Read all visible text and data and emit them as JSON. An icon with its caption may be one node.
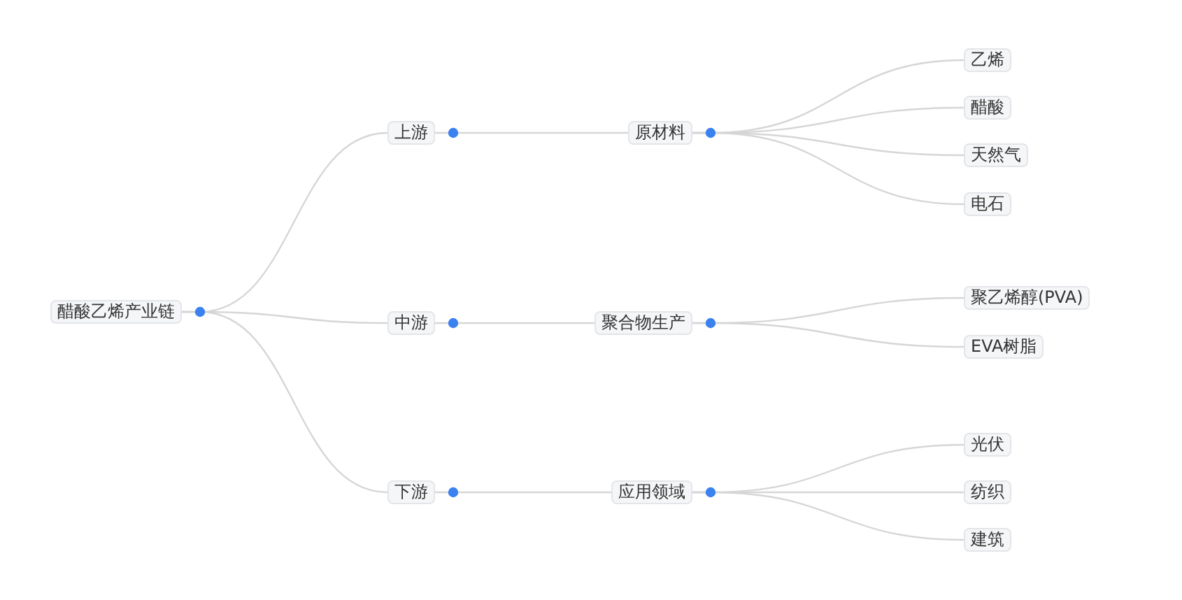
{
  "diagram": {
    "nodes": [
      {
        "text": [
          "醋酸乙烯产业链"
        ]
      },
      {
        "text": [
          "上游"
        ]
      },
      {
        "text": [
          "中游"
        ]
      },
      {
        "text": [
          "下游"
        ]
      },
      {
        "text": [
          "原材料"
        ]
      },
      {
        "text": [
          "聚合物生产"
        ]
      },
      {
        "text": [
          "应用领域"
        ]
      },
      {
        "text": [
          "乙烯"
        ]
      },
      {
        "text": [
          "醋酸"
        ]
      },
      {
        "text": [
          "天然气"
        ]
      },
      {
        "text": [
          "电石"
        ]
      },
      {
        "text": [
          "聚乙烯醇(PVA)"
        ]
      },
      {
        "text": [
          "EVA树脂"
        ]
      },
      {
        "text": [
          "光伏"
        ]
      },
      {
        "text": [
          "纺织"
        ]
      },
      {
        "text": [
          "建筑"
        ]
      }
    ],
    "edges": [
      {
        "from": 0,
        "to": 1,
        "arrow": "none"
      },
      {
        "from": 0,
        "to": 2,
        "arrow": "none"
      },
      {
        "from": 0,
        "to": 3,
        "arrow": "none"
      },
      {
        "from": 1,
        "to": 4,
        "arrow": "none"
      },
      {
        "from": 2,
        "to": 5,
        "arrow": "none"
      },
      {
        "from": 3,
        "to": 6,
        "arrow": "none"
      },
      {
        "from": 4,
        "to": 7,
        "arrow": "none"
      },
      {
        "from": 4,
        "to": 8,
        "arrow": "none"
      },
      {
        "from": 4,
        "to": 9,
        "arrow": "none"
      },
      {
        "from": 4,
        "to": 10,
        "arrow": "none"
      },
      {
        "from": 5,
        "to": 11,
        "arrow": "none"
      },
      {
        "from": 5,
        "to": 12,
        "arrow": "none"
      },
      {
        "from": 6,
        "to": 13,
        "arrow": "none"
      },
      {
        "from": 6,
        "to": 14,
        "arrow": "none"
      },
      {
        "from": 6,
        "to": 15,
        "arrow": "none"
      }
    ]
  }
}
